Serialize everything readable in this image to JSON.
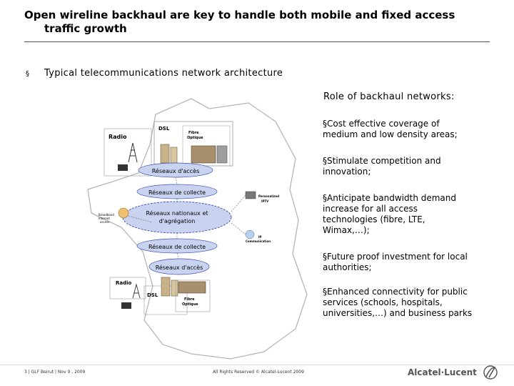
{
  "title": {
    "line1": "Open wireline backhaul are key to handle both mobile and fixed access",
    "line2": "traffic growth"
  },
  "bullet": {
    "symbol": "§",
    "text": "Typical telecommunications network architecture"
  },
  "role": {
    "title": "Role of backhaul networks:",
    "items": [
      "§Cost effective coverage of medium and low density areas;",
      "§Stimulate competition and innovation;",
      "§Anticipate bandwidth demand increase for all access technologies (fibre, LTE, Wimax,…);",
      "§Future proof investment for local authorities;",
      "§Enhanced connectivity for public services (schools, hospitals, universities,…) and business parks"
    ]
  },
  "diagram": {
    "top_radio": "Radio",
    "top_dsl": "DSL",
    "top_fibre_line1": "Fibre",
    "top_fibre_line2": "Optique",
    "reseau_acces_top": "Réseaux d'accès",
    "reseau_collecte_top": "Réseaux de collecte",
    "reseau_national_line1": "Réseaux nationaux et",
    "reseau_national_line2": "d'agrégation",
    "reseau_collecte_bottom": "Réseaux de collecte",
    "reseau_acces_bottom": "Réseaux d'accès",
    "bottom_radio": "Radio",
    "bottom_dsl": "DSL",
    "bottom_fibre_line1": "Fibre",
    "bottom_fibre_line2": "Optique",
    "left_label_line1": "Broadband",
    "left_label_line2": "Internet",
    "left_label_line3": "access",
    "right_top_line1": "Personalized",
    "right_top_line2": "IPTV",
    "right_mid_line1": "IP",
    "right_mid_line2": "Communication"
  },
  "footer": {
    "left": "3 | GLF Beirut | Nov 9 , 2009",
    "center": "All Rights Reserved © Alcatel-Lucent 2009",
    "logo_text": "Alcatel·Lucent"
  },
  "colors": {
    "cloud_fill": "#c9d3f0",
    "cloud_stroke": "#3a4fb0",
    "map_stroke": "#b5b5b5",
    "logo_gray": "#555555"
  }
}
